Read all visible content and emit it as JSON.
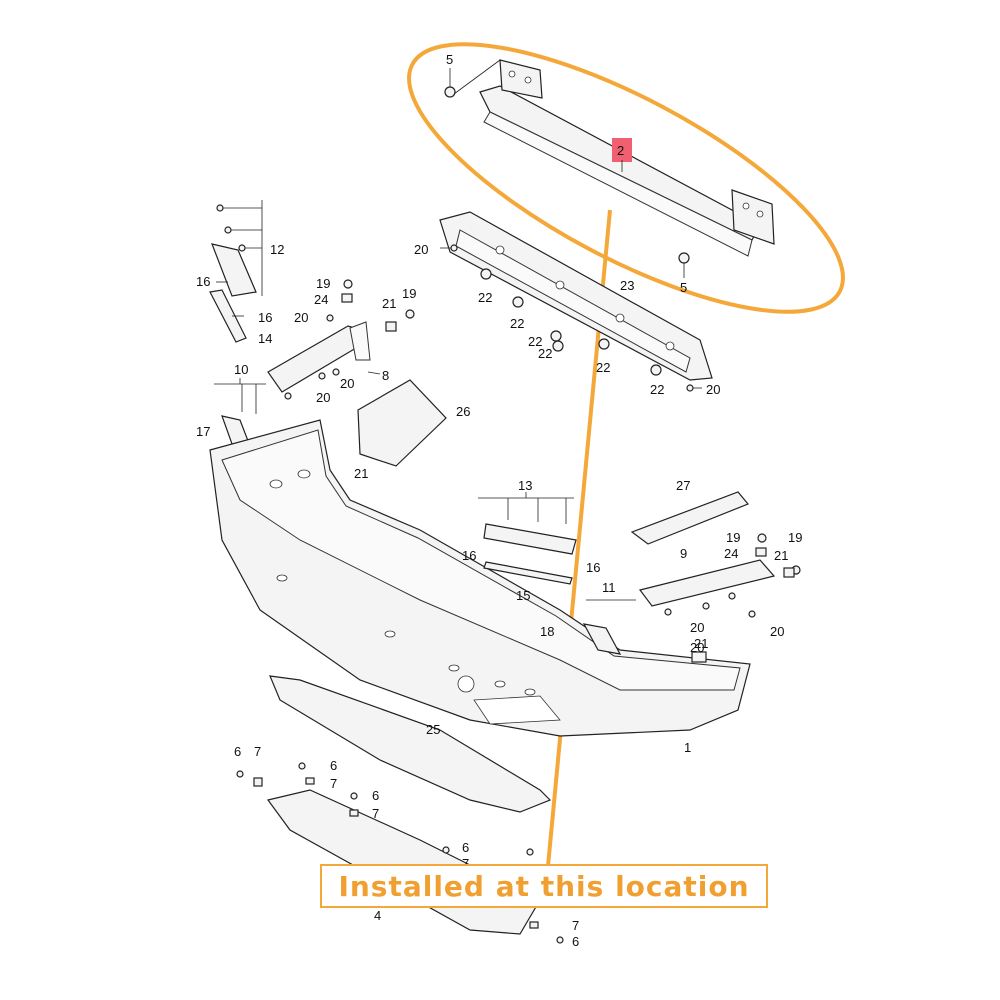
{
  "diagram": {
    "callout_text": "Installed at this location",
    "highlight_color": "#f5a83a",
    "marker_color": "#f06070",
    "labels": {
      "p1": "1",
      "p2": "2",
      "p4": "4",
      "p5a": "5",
      "p5b": "5",
      "p6a": "6",
      "p6b": "6",
      "p6c": "6",
      "p6d": "6",
      "p6e": "6",
      "p7a": "7",
      "p7b": "7",
      "p7c": "7",
      "p7d": "7",
      "p7e": "7",
      "p8": "8",
      "p9": "9",
      "p10": "10",
      "p11": "11",
      "p12": "12",
      "p13": "13",
      "p14": "14",
      "p15": "15",
      "p16a": "16",
      "p16b": "16",
      "p16c": "16",
      "p16d": "16",
      "p17": "17",
      "p18": "18",
      "p19a": "19",
      "p19b": "19",
      "p19c": "19",
      "p19d": "19",
      "p20a": "20",
      "p20b": "20",
      "p20c": "20",
      "p20d": "20",
      "p20e": "20",
      "p20f": "20",
      "p20g": "20",
      "p20h": "20",
      "p21a": "21",
      "p21b": "21",
      "p21c": "21",
      "p21d": "21",
      "p22a": "22",
      "p22b": "22",
      "p22c": "22",
      "p22d": "22",
      "p22e": "22",
      "p22f": "22",
      "p23": "23",
      "p24a": "24",
      "p24b": "24",
      "p25": "25",
      "p26": "26",
      "p27": "27"
    }
  }
}
